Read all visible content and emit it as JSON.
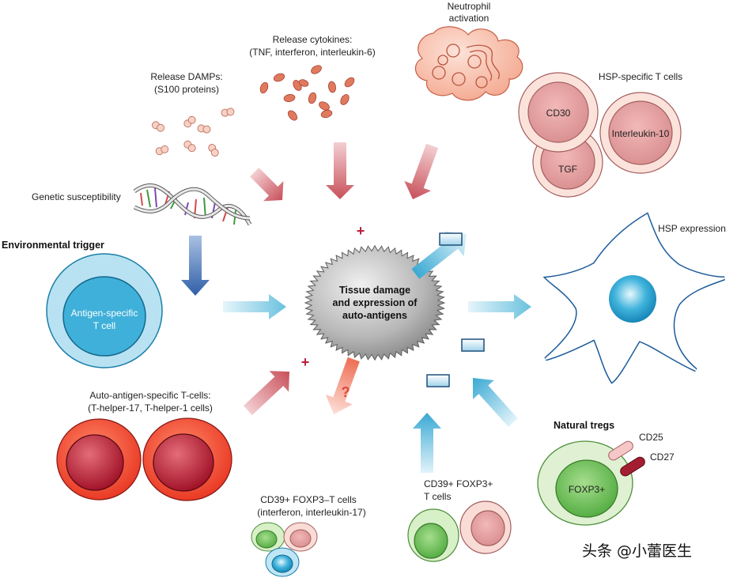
{
  "center": {
    "line1": "Tissue damage",
    "line2": "and expression of",
    "line3": "auto-antigens"
  },
  "labels": {
    "neutrophil_1": "Neutrophil",
    "neutrophil_2": "activation",
    "cytokines_1": "Release cytokines:",
    "cytokines_2": "(TNF, interferon, interleukin-6)",
    "damps_1": "Release DAMPs:",
    "damps_2": "(S100 proteins)",
    "genetic": "Genetic susceptibility",
    "environmental": "Environmental trigger",
    "hsp_tcells": "HSP-specific T cells",
    "hsp_expression": "HSP expression",
    "auto_1": "Auto-antigen-specific T-cells:",
    "auto_2": "(T-helper-17, T-helper-1 cells)",
    "cd39_neg_1": "CD39+ FOXP3–T cells",
    "cd39_neg_2": "(interferon, interleukin-17)",
    "cd39_pos_1": "CD39+ FOXP3+",
    "cd39_pos_2": "T cells",
    "natural_tregs": "Natural tregs",
    "cd25": "CD25",
    "cd27": "CD27"
  },
  "cells": {
    "antigen_specific_1": "Antigen-specific",
    "antigen_specific_2": "T cell",
    "cd30": "CD30",
    "interleukin10": "Interleukin-10",
    "tgf": "TGF",
    "foxp3": "FOXP3+"
  },
  "signs": {
    "plus_top": "+",
    "plus_left": "+",
    "question": "?"
  },
  "watermark": "头条 @小蕾医生",
  "colors": {
    "red_arrow": "#c8505a",
    "blue_arrow": "#45b2d6",
    "orange_arrow": "#ee6e55",
    "dna_blue": "#3a6db5",
    "sign_red": "#b8203a",
    "question_red": "#e2483a"
  }
}
